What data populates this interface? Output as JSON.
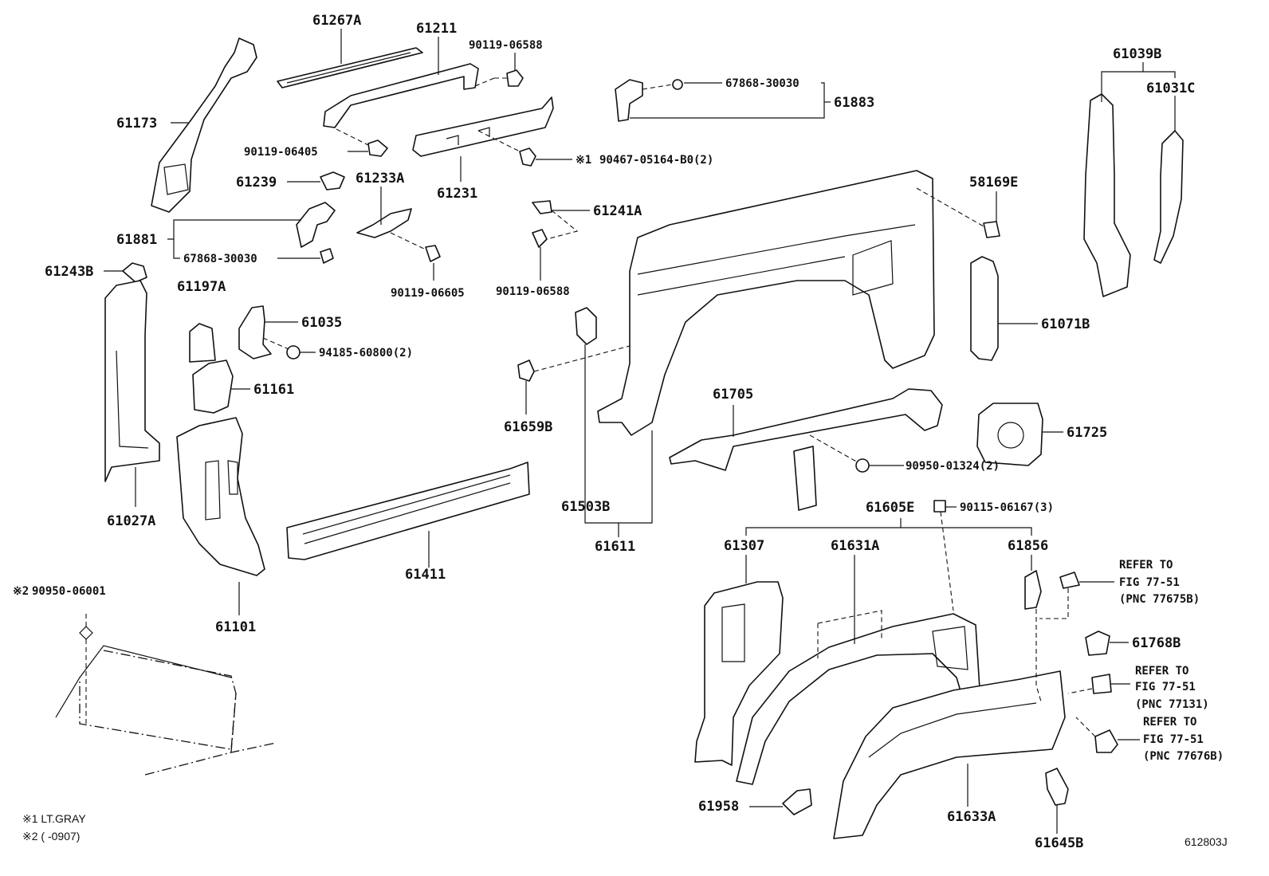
{
  "labels": {
    "p61267A": "61267A",
    "p61211": "61211",
    "p90119_06588_top": "90119-06588",
    "p67868_30030_top": "67868-30030",
    "p61883": "61883",
    "p61039B": "61039B",
    "p61031C": "61031C",
    "p61173": "61173",
    "p90119_06405": "90119-06405",
    "p90467": "90467-05164-B0(2)",
    "p61239": "61239",
    "p61233A": "61233A",
    "p61231": "61231",
    "p58169E": "58169E",
    "p61241A": "61241A",
    "p61881": "61881",
    "p67868_30030_mid": "67868-30030",
    "p61243B": "61243B",
    "p90119_06605": "90119-06605",
    "p90119_06588_mid": "90119-06588",
    "p61197A": "61197A",
    "p61035": "61035",
    "p94185": "94185-60800(2)",
    "p61071B": "61071B",
    "p61161": "61161",
    "p61659B": "61659B",
    "p61705": "61705",
    "p61725": "61725",
    "p90950_01324": "90950-01324(2)",
    "p61027A": "61027A",
    "p61503B": "61503B",
    "p61605E": "61605E",
    "p90115": "90115-06167(3)",
    "p61611": "61611",
    "p61411": "61411",
    "p61307": "61307",
    "p61631A": "61631A",
    "p61856": "61856",
    "p90950_06001": "90950-06001",
    "p61101": "61101",
    "p61768B": "61768B",
    "p61958": "61958",
    "p61633A": "61633A",
    "p61645B": "61645B",
    "fig_code": "612803J"
  },
  "marks": {
    "note1_mark": "※1",
    "note2_mark": "※2"
  },
  "refs": [
    {
      "line1": "REFER TO",
      "line2": "FIG 77-51",
      "line3": "(PNC 77675B)"
    },
    {
      "line1": "REFER TO",
      "line2": "FIG 77-51",
      "line3": "(PNC 77131)"
    },
    {
      "line1": "REFER TO",
      "line2": "FIG 77-51",
      "line3": "(PNC 77676B)"
    }
  ],
  "notes": {
    "note1": "※1 LT.GRAY",
    "note2": "※2 (        -0907)"
  }
}
